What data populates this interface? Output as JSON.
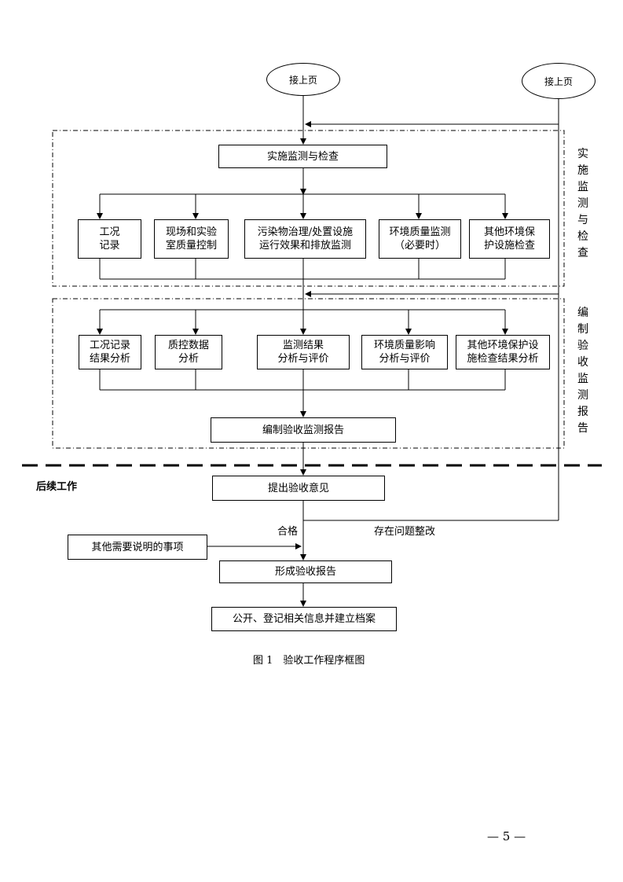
{
  "start_nodes": [
    "接上页",
    "接上页"
  ],
  "section1": {
    "title": "实施监测与检查",
    "side_label": "实\n施\n监\n测\n与\n检\n查",
    "items": [
      "工况\n记录",
      "现场和实验\n室质量控制",
      "污染物治理/处置设施\n运行效果和排放监测",
      "环境质量监测\n（必要时）",
      "其他环境保\n护设施检查"
    ]
  },
  "section2": {
    "side_label": "编\n制\n验\n收\n监\n测\n报\n告",
    "items": [
      "工况记录\n结果分析",
      "质控数据\n分析",
      "监测结果\n分析与评价",
      "环境质量影响\n分析与评价",
      "其他环境保护设\n施检查结果分析"
    ],
    "result": "编制验收监测报告"
  },
  "followup": {
    "label": "后续工作",
    "opinion": "提出验收意见",
    "pass_label": "合格",
    "rectify_label": "存在问题整改",
    "other_matters": "其他需要说明的事项",
    "report": "形成验收报告",
    "publish": "公开、登记相关信息并建立档案"
  },
  "caption": "图 1　验收工作程序框图",
  "page_number": "— 5 —"
}
